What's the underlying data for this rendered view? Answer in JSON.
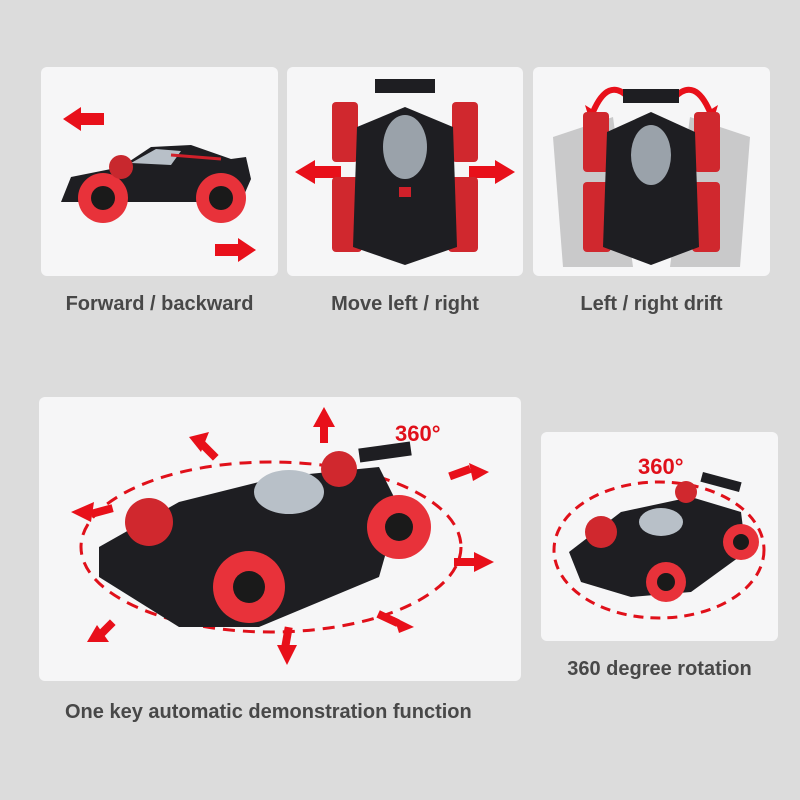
{
  "features": [
    {
      "caption": "Forward / backward",
      "icon": "car-side-view-with-forward-backward-arrows"
    },
    {
      "caption": "Move left / right",
      "icon": "car-front-view-with-left-right-arrows"
    },
    {
      "caption": "Left / right drift",
      "icon": "car-front-view-with-drift-arrows"
    },
    {
      "caption": "One key automatic demonstration function",
      "icon": "car-with-multidirectional-arrows",
      "badge": "360°"
    },
    {
      "caption": "360 degree rotation",
      "icon": "car-with-rotation-ellipse",
      "badge": "360°"
    }
  ],
  "colors": {
    "accent": "#e0101a",
    "background": "#dcdcdc",
    "panel": "#f6f6f7",
    "text": "#484848",
    "car_body": "#1e1e22"
  }
}
